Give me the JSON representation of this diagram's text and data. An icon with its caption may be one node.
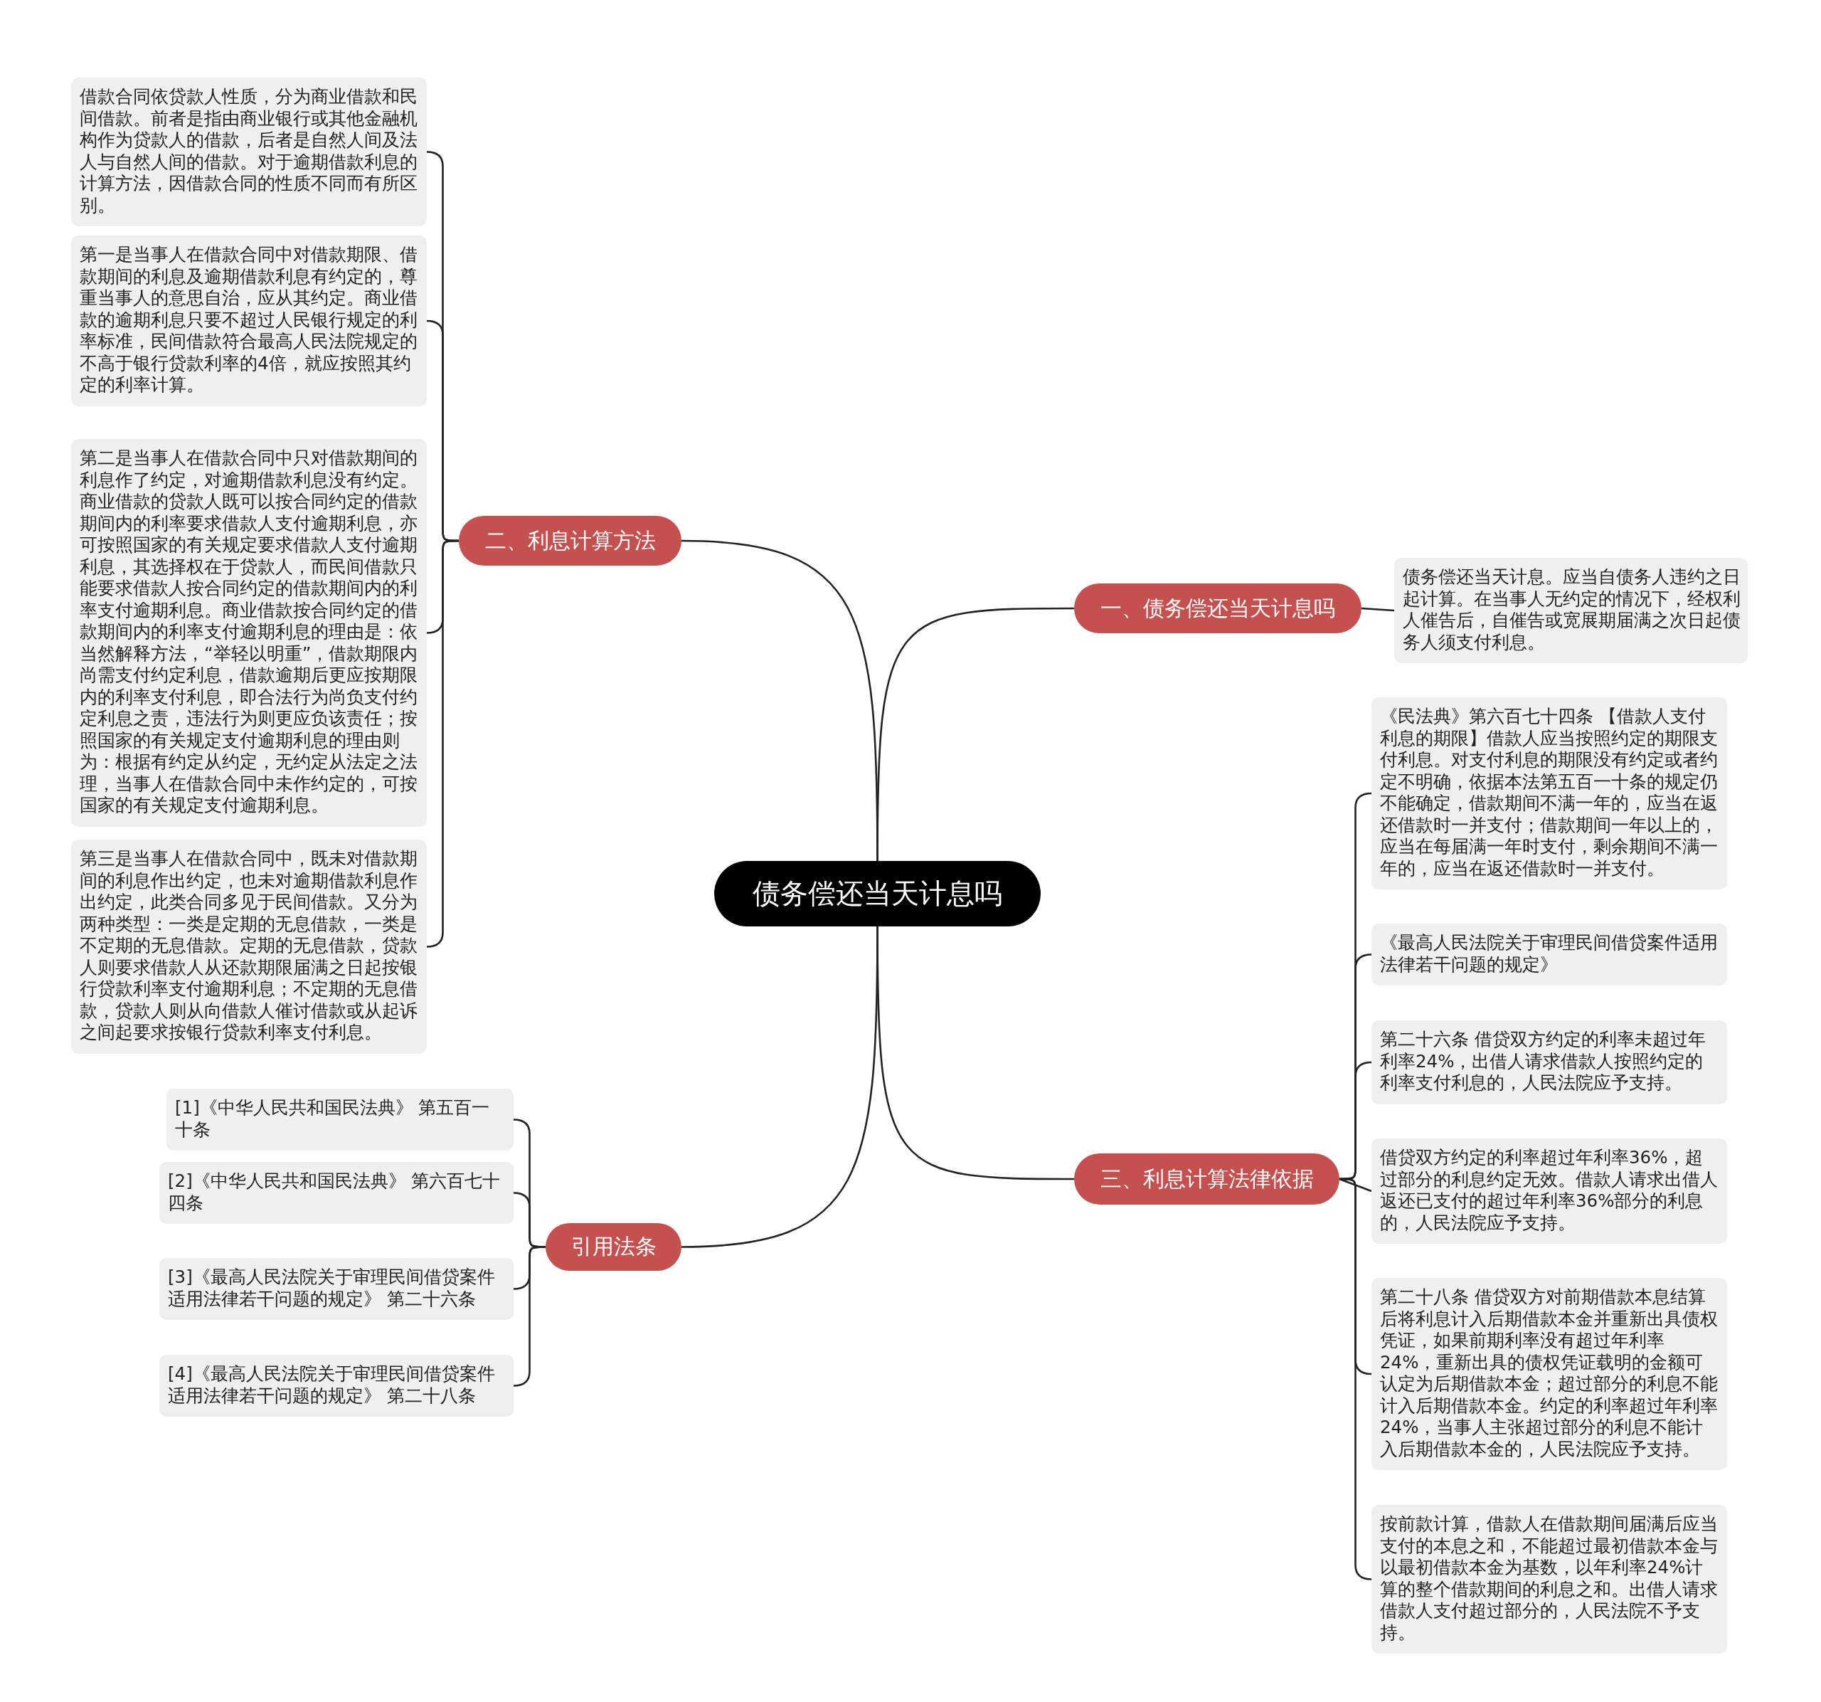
{
  "diagram": {
    "nodes": [
      {
        "text": [
          "债务偿还当天计息吗"
        ]
      },
      {
        "text": [
          "一、债务偿还当天计息吗"
        ]
      },
      {
        "text": [
          "债务偿还当天计息。应当自债务人违约之日起计算。在当事人无约定的情况下，经权利人催告后，自催告或宽展期届满之次日起债务人须支付利息。"
        ]
      },
      {
        "text": [
          "二、利息计算方法"
        ]
      },
      {
        "text": [
          "借款合同依贷款人性质，分为商业借款和民间借款。前者是指由商业银行或其他金融机构作为贷款人的借款，后者是自然人间及法人与自然人间的借款。对于逾期借款利息的计算方法，因借款合同的性质不同而有所区别。"
        ]
      },
      {
        "text": [
          "第一是当事人在借款合同中对借款期限、借款期间的利息及逾期借款利息有约定的，尊重当事人的意思自治，应从其约定。商业借款的逾期利息只要不超过人民银行规定的利率标准，民间借款符合最高人民法院规定的不高于银行贷款利率的4倍，就应按照其约定的利率计算。"
        ]
      },
      {
        "text": [
          "第二是当事人在借款合同中只对借款期间的利息作了约定，对逾期借款利息没有约定。商业借款的贷款人既可以按合同约定的借款期间内的利率要求借款人支付逾期利息，亦可按照国家的有关规定要求借款人支付逾期利息，其选择权在于贷款人，而民间借款只能要求借款人按合同约定的借款期间内的利率支付逾期利息。商业借款按合同约定的借款期间内的利率支付逾期利息的理由是：依当然解释方法，“举轻以明重”，借款期限内尚需支付约定利息，借款逾期后更应按期限内的利率支付利息，即合法行为尚负支付约定利息之责，违法行为则更应负该责任；按照国家的有关规定支付逾期利息的理由则为：根据有约定从约定，无约定从法定之法理，当事人在借款合同中未作约定的，可按国家的有关规定支付逾期利息。"
        ]
      },
      {
        "text": [
          "第三是当事人在借款合同中，既未对借款期间的利息作出约定，也未对逾期借款利息作出约定，此类合同多见于民间借款。又分为两种类型：一类是定期的无息借款，一类是不定期的无息借款。定期的无息借款，贷款人则要求借款人从还款期限届满之日起按银行贷款利率支付逾期利息；不定期的无息借款，贷款人则从向借款人催讨借款或从起诉之间起要求按银行贷款利率支付利息。"
        ]
      },
      {
        "text": [
          "三、利息计算法律依据"
        ]
      },
      {
        "text": [
          "《民法典》第六百七十四条 【借款人支付利息的期限】借款人应当按照约定的期限支付利息。对支付利息的期限没有约定或者约定不明确，依据本法第五百一十条的规定仍不能确定，借款期间不满一年的，应当在返还借款时一并支付；借款期间一年以上的，应当在每届满一年时支付，剩余期间不满一年的，应当在返还借款时一并支付。"
        ]
      },
      {
        "text": [
          "《最高人民法院关于审理民间借贷案件适用法律若干问题的规定》"
        ]
      },
      {
        "text": [
          "第二十六条 借贷双方约定的利率未超过年利率24%，出借人请求借款人按照约定的利率支付利息的，人民法院应予支持。"
        ]
      },
      {
        "text": [
          "借贷双方约定的利率超过年利率36%，超过部分的利息约定无效。借款人请求出借人返还已支付的超过年利率36%部分的利息的，人民法院应予支持。"
        ]
      },
      {
        "text": [
          "第二十八条 借贷双方对前期借款本息结算后将利息计入后期借款本金并重新出具债权凭证，如果前期利率没有超过年利率24%，重新出具的债权凭证载明的金额可认定为后期借款本金；超过部分的利息不能计入后期借款本金。约定的利率超过年利率24%，当事人主张超过部分的利息不能计入后期借款本金的，人民法院应予支持。"
        ]
      },
      {
        "text": [
          "按前款计算，借款人在借款期间届满后应当支付的本息之和，不能超过最初借款本金与以最初借款本金为基数，以年利率24%计算的整个借款期间的利息之和。出借人请求借款人支付超过部分的，人民法院不予支持。"
        ]
      },
      {
        "text": [
          "引用法条"
        ]
      },
      {
        "text": [
          "[1]《中华人民共和国民法典》 第五百一十条"
        ]
      },
      {
        "text": [
          "[2]《中华人民共和国民法典》 第六百七十四条"
        ]
      },
      {
        "text": [
          "[3]《最高人民法院关于审理民间借贷案件适用法律若干问题的规定》 第二十六条"
        ]
      },
      {
        "text": [
          "[4]《最高人民法院关于审理民间借贷案件适用法律若干问题的规定》 第二十八条"
        ]
      }
    ],
    "edges": [
      {
        "from": 0,
        "to": 1,
        "arrow": "none"
      },
      {
        "from": 0,
        "to": 3,
        "arrow": "none"
      },
      {
        "from": 0,
        "to": 8,
        "arrow": "none"
      },
      {
        "from": 0,
        "to": 15,
        "arrow": "none"
      },
      {
        "from": 1,
        "to": 2,
        "arrow": "none"
      },
      {
        "from": 3,
        "to": 4,
        "arrow": "none"
      },
      {
        "from": 3,
        "to": 5,
        "arrow": "none"
      },
      {
        "from": 3,
        "to": 6,
        "arrow": "none"
      },
      {
        "from": 3,
        "to": 7,
        "arrow": "none"
      },
      {
        "from": 8,
        "to": 9,
        "arrow": "none"
      },
      {
        "from": 8,
        "to": 10,
        "arrow": "none"
      },
      {
        "from": 8,
        "to": 11,
        "arrow": "none"
      },
      {
        "from": 8,
        "to": 12,
        "arrow": "none"
      },
      {
        "from": 8,
        "to": 13,
        "arrow": "none"
      },
      {
        "from": 8,
        "to": 14,
        "arrow": "none"
      },
      {
        "from": 15,
        "to": 16,
        "arrow": "none"
      },
      {
        "from": 15,
        "to": 17,
        "arrow": "none"
      },
      {
        "from": 15,
        "to": 18,
        "arrow": "none"
      },
      {
        "from": 15,
        "to": 19,
        "arrow": "none"
      }
    ]
  }
}
